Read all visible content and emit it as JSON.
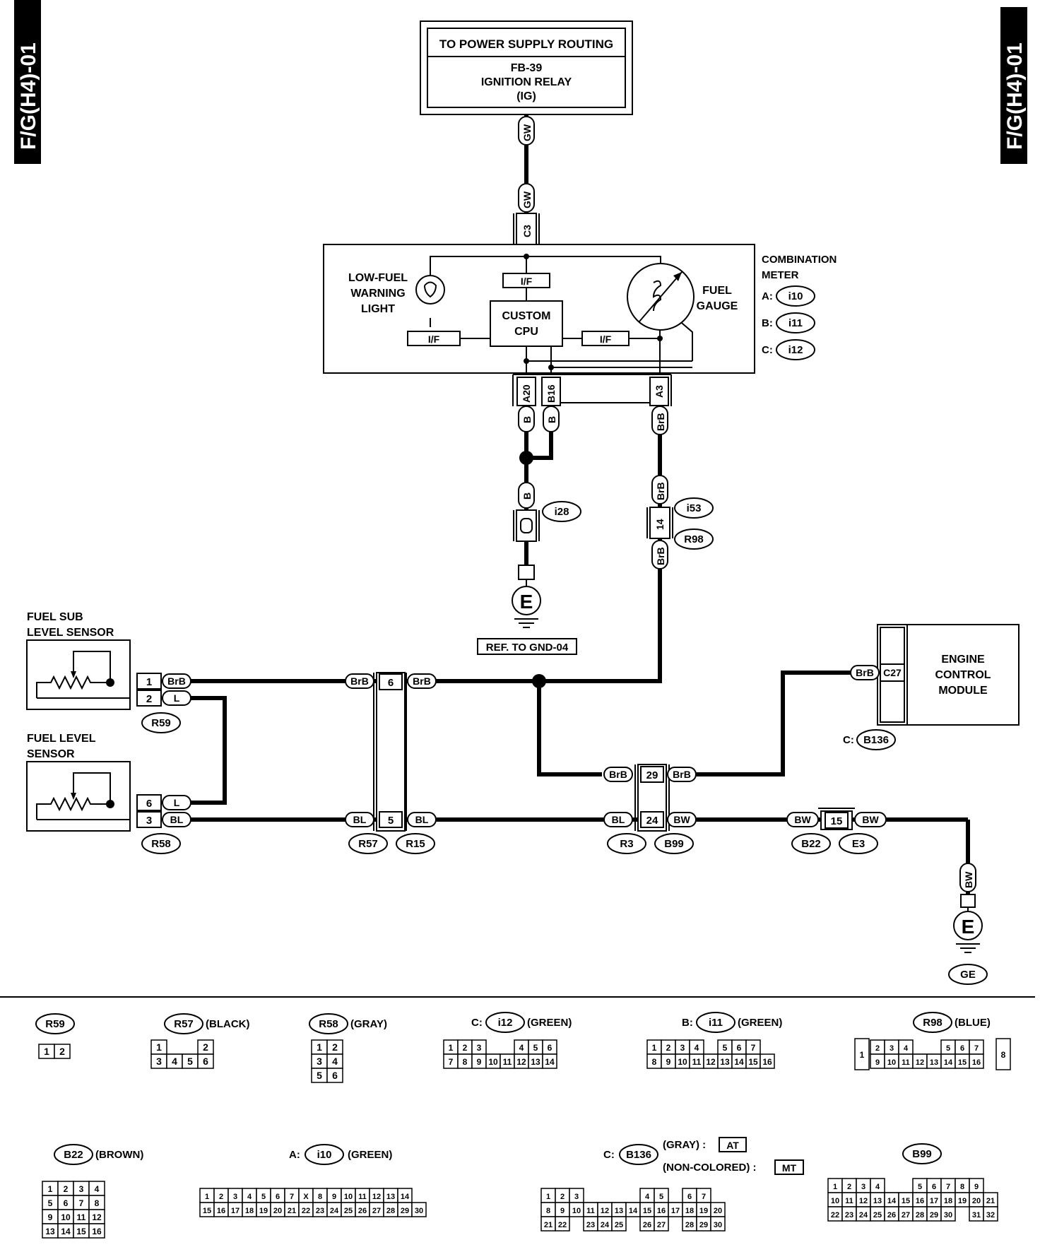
{
  "page_tab": "F/G(H4)-01",
  "power_box": {
    "line1": "TO POWER SUPPLY ROUTING",
    "line2": "FB-39",
    "line3": "IGNITION RELAY",
    "line4": "(IG)"
  },
  "meter": {
    "title1": "COMBINATION",
    "title2": "METER",
    "conn_a_prefix": "A:",
    "conn_a": "i10",
    "conn_b_prefix": "B:",
    "conn_b": "i11",
    "conn_c_prefix": "C:",
    "conn_c": "i12",
    "low_fuel1": "LOW-FUEL",
    "low_fuel2": "WARNING",
    "low_fuel3": "LIGHT",
    "cpu1": "CUSTOM",
    "cpu2": "CPU",
    "if_label": "I/F",
    "gauge1": "FUEL",
    "gauge2": "GAUGE"
  },
  "pins": {
    "c3": "C3",
    "a20": "A20",
    "b16": "B16",
    "a3": "A3"
  },
  "wires": {
    "gw": "GW",
    "b": "B",
    "brb": "BrB",
    "l": "L",
    "bl": "BL",
    "bw": "BW"
  },
  "connectors": {
    "i28": "i28",
    "i53": "i53",
    "r98": "R98",
    "r59": "R59",
    "r58": "R58",
    "r57": "R57",
    "r15": "R15",
    "r3": "R3",
    "b99": "B99",
    "b22": "B22",
    "e3": "E3",
    "b136": "B136",
    "c_prefix": "C:"
  },
  "pin_numbers": {
    "p14": "14",
    "p6": "6",
    "p5": "5",
    "p29": "29",
    "p24": "24",
    "p15": "15",
    "p1": "1",
    "p2": "2",
    "p6b": "6",
    "p3": "3",
    "c27": "C27"
  },
  "ground": {
    "symbol": "E",
    "ref": "REF. TO GND-04",
    "ge": "GE"
  },
  "sensors": {
    "sub1": "FUEL SUB",
    "sub2": "LEVEL SENSOR",
    "main1": "FUEL LEVEL",
    "main2": "SENSOR"
  },
  "ecm": {
    "line1": "ENGINE",
    "line2": "CONTROL",
    "line3": "MODULE"
  },
  "legend": {
    "r59": "R59",
    "r57": "R57",
    "r57_color": "(BLACK)",
    "r58": "R58",
    "r58_color": "(GRAY)",
    "c_prefix": "C:",
    "i12": "i12",
    "i12_color": "(GREEN)",
    "b_prefix": "B:",
    "i11": "i11",
    "i11_color": "(GREEN)",
    "r98": "R98",
    "r98_color": "(BLUE)",
    "b22": "B22",
    "b22_color": "(BROWN)",
    "a_prefix": "A:",
    "i10": "i10",
    "i10_color": "(GREEN)",
    "b136": "B136",
    "b136_gray": "(GRAY) :",
    "at": "AT",
    "b136_non": "(NON-COLORED) :",
    "mt": "MT",
    "b99": "B99"
  },
  "pinouts": {
    "r59": [
      [
        "1",
        "2"
      ]
    ],
    "r57": [
      [
        "1",
        "",
        "",
        "2"
      ],
      [
        "3",
        "4",
        "5",
        "6"
      ]
    ],
    "r58": [
      [
        "1",
        "2"
      ],
      [
        "3",
        "4"
      ],
      [
        "5",
        "6"
      ]
    ],
    "i12": [
      [
        "1",
        "2",
        "3",
        "",
        "",
        "4",
        "5",
        "6"
      ],
      [
        "7",
        "8",
        "9",
        "10",
        "11",
        "12",
        "13",
        "14"
      ]
    ],
    "i11": [
      [
        "1",
        "2",
        "3",
        "4",
        "",
        "5",
        "6",
        "7"
      ],
      [
        "8",
        "9",
        "10",
        "11",
        "12",
        "13",
        "14",
        "15",
        "16"
      ]
    ],
    "r98_left": "1",
    "r98_right": "8",
    "r98": [
      [
        "2",
        "3",
        "4",
        "",
        "",
        "5",
        "6",
        "7"
      ],
      [
        "9",
        "10",
        "11",
        "12",
        "13",
        "14",
        "15",
        "16"
      ]
    ],
    "b22": [
      [
        "1",
        "2",
        "3",
        "4"
      ],
      [
        "5",
        "6",
        "7",
        "8"
      ],
      [
        "9",
        "10",
        "11",
        "12"
      ],
      [
        "13",
        "14",
        "15",
        "16"
      ]
    ],
    "i10": [
      [
        "1",
        "2",
        "3",
        "4",
        "5",
        "6",
        "7",
        "X",
        "8",
        "9",
        "10",
        "11",
        "12",
        "13",
        "14"
      ],
      [
        "15",
        "16",
        "17",
        "18",
        "19",
        "20",
        "21",
        "22",
        "23",
        "24",
        "25",
        "26",
        "27",
        "28",
        "29",
        "30"
      ]
    ],
    "b136": [
      [
        "1",
        "2",
        "3",
        "",
        "",
        "",
        "",
        "4",
        "5",
        "",
        "6",
        "7"
      ],
      [
        "8",
        "9",
        "10",
        "11",
        "12",
        "13",
        "14",
        "15",
        "16",
        "17",
        "18",
        "19",
        "20"
      ],
      [
        "21",
        "22",
        "",
        "23",
        "24",
        "25",
        "",
        "26",
        "27",
        "",
        "28",
        "29",
        "30"
      ]
    ],
    "b99": [
      [
        "1",
        "2",
        "3",
        "4",
        "",
        "",
        "5",
        "6",
        "7",
        "8",
        "9"
      ],
      [
        "10",
        "11",
        "12",
        "13",
        "14",
        "15",
        "16",
        "17",
        "18",
        "19",
        "20",
        "21"
      ],
      [
        "22",
        "23",
        "24",
        "25",
        "26",
        "27",
        "28",
        "29",
        "30",
        "",
        "31",
        "32"
      ]
    ]
  }
}
